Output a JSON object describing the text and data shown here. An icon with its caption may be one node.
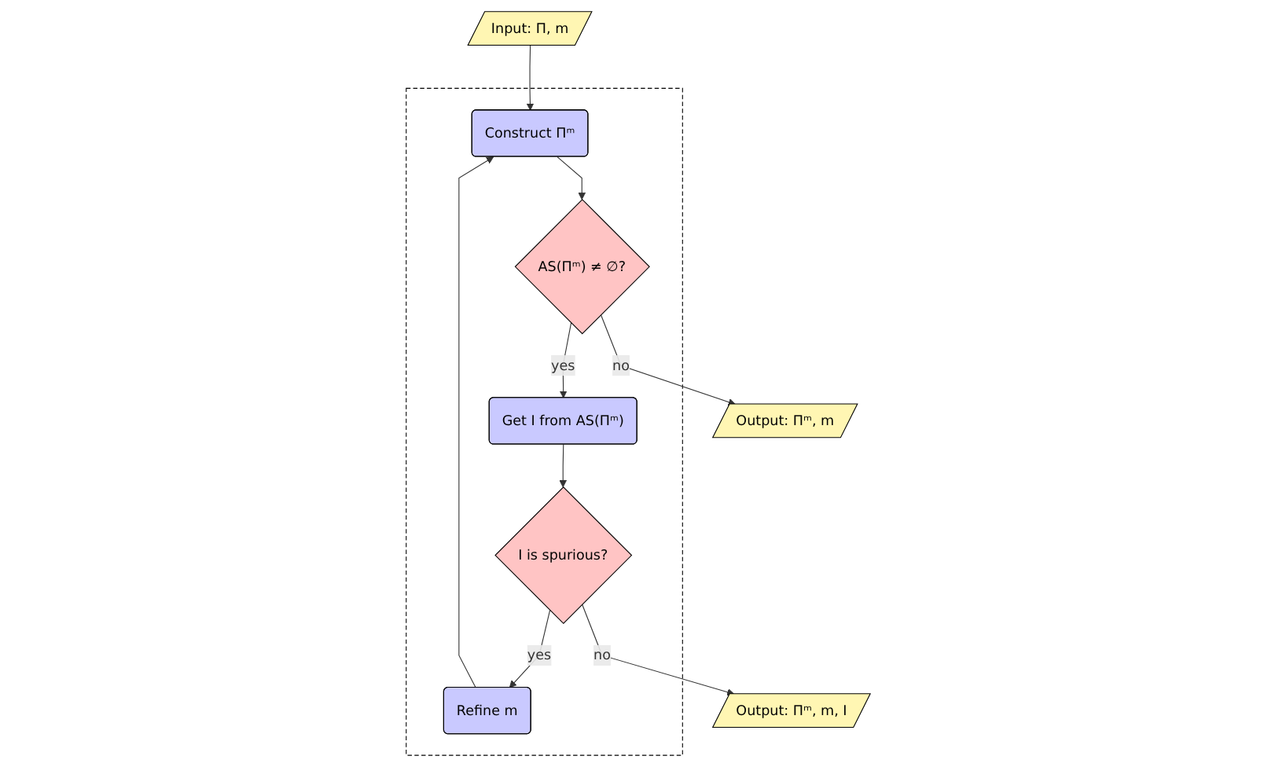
{
  "diagram": {
    "nodes": [
      {
        "text": [
          "Input: Π, m"
        ]
      },
      {
        "text": [],
        "shape": "box"
      },
      {
        "text": [
          "Construct Πᵐ"
        ],
        "in": 1
      },
      {
        "text": [
          "Refine m"
        ],
        "in": 1
      },
      {
        "text": [
          "AS(Πᵐ) ≠ ∅?"
        ],
        "in": 1
      },
      {
        "text": [
          "Get I from AS(Πᵐ)"
        ],
        "in": 1
      },
      {
        "text": [
          "I is spurious?"
        ],
        "in": 1
      },
      {
        "text": [
          "Output: Πᵐ, m"
        ]
      },
      {
        "text": [
          "Output: Πᵐ, m, I"
        ]
      }
    ],
    "edges": [
      {
        "from": 0,
        "to": 2,
        "arrow": "to"
      },
      {
        "from": 3,
        "to": 2,
        "arrow": "to"
      },
      {
        "from": 2,
        "to": 4,
        "arrow": "to"
      },
      {
        "from": 4,
        "to": 5,
        "label": "yes",
        "arrow": "to"
      },
      {
        "from": 5,
        "to": 6,
        "arrow": "to"
      },
      {
        "from": 6,
        "to": 3,
        "label": "yes",
        "arrow": "to"
      },
      {
        "from": 4,
        "to": 7,
        "label": "no",
        "arrow": "to"
      },
      {
        "from": 6,
        "to": 8,
        "label": "no",
        "arrow": "to"
      }
    ]
  }
}
